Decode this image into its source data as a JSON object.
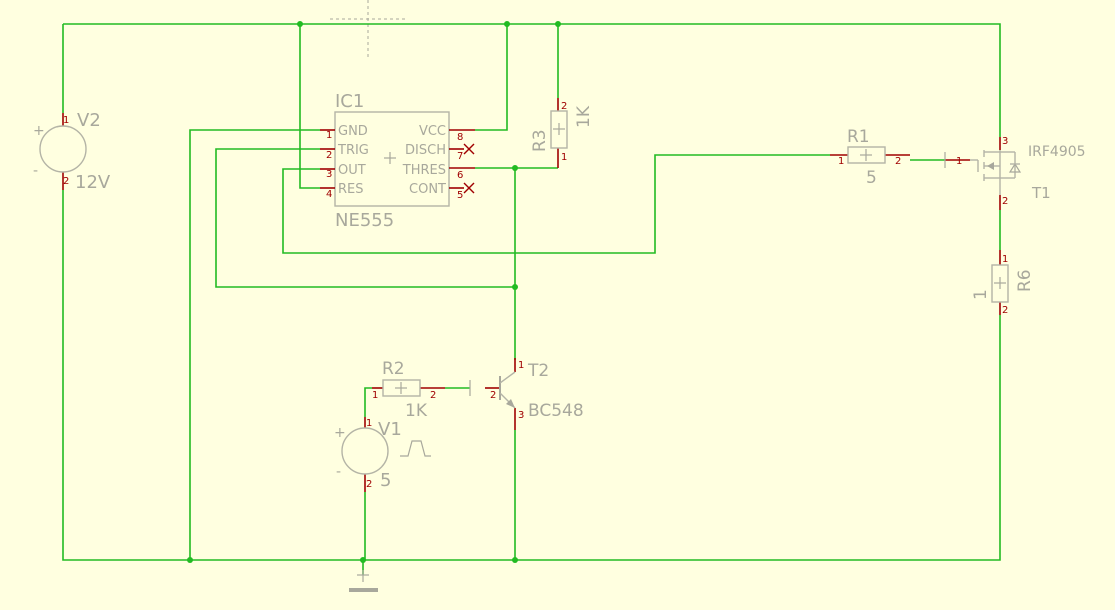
{
  "components": {
    "ic1": {
      "ref": "IC1",
      "value": "NE555",
      "pins": {
        "gnd": "GND",
        "trig": "TRIG",
        "out": "OUT",
        "res": "RES",
        "vcc": "VCC",
        "disch": "DISCH",
        "thres": "THRES",
        "cont": "CONT"
      },
      "pin_numbers": [
        "1",
        "2",
        "3",
        "4",
        "8",
        "7",
        "6",
        "5"
      ]
    },
    "v2": {
      "ref": "V2",
      "value": "12V",
      "pin_numbers": [
        "1",
        "2"
      ]
    },
    "v1": {
      "ref": "V1",
      "value": "5",
      "pin_numbers": [
        "1",
        "2"
      ]
    },
    "r3": {
      "ref": "R3",
      "value": "1K",
      "pin_numbers": [
        "2",
        "1"
      ]
    },
    "r1": {
      "ref": "R1",
      "value": "5",
      "pin_numbers": [
        "1",
        "2"
      ]
    },
    "r2": {
      "ref": "R2",
      "value": "1K",
      "pin_numbers": [
        "1",
        "2"
      ]
    },
    "r6": {
      "ref": "R6",
      "value": "1",
      "pin_numbers": [
        "1",
        "2"
      ]
    },
    "t1": {
      "ref": "T1",
      "value": "IRF4905",
      "pin_numbers": [
        "1",
        "2",
        "3"
      ]
    },
    "t2": {
      "ref": "T2",
      "value": "BC548",
      "pin_numbers": [
        "1",
        "2",
        "3"
      ]
    }
  },
  "polarity": {
    "plus": "+",
    "minus": "-"
  },
  "colors": {
    "wire": "#22bb22",
    "pin": "#a00000",
    "part": "#a8a89c",
    "background": "#ffffe0"
  }
}
